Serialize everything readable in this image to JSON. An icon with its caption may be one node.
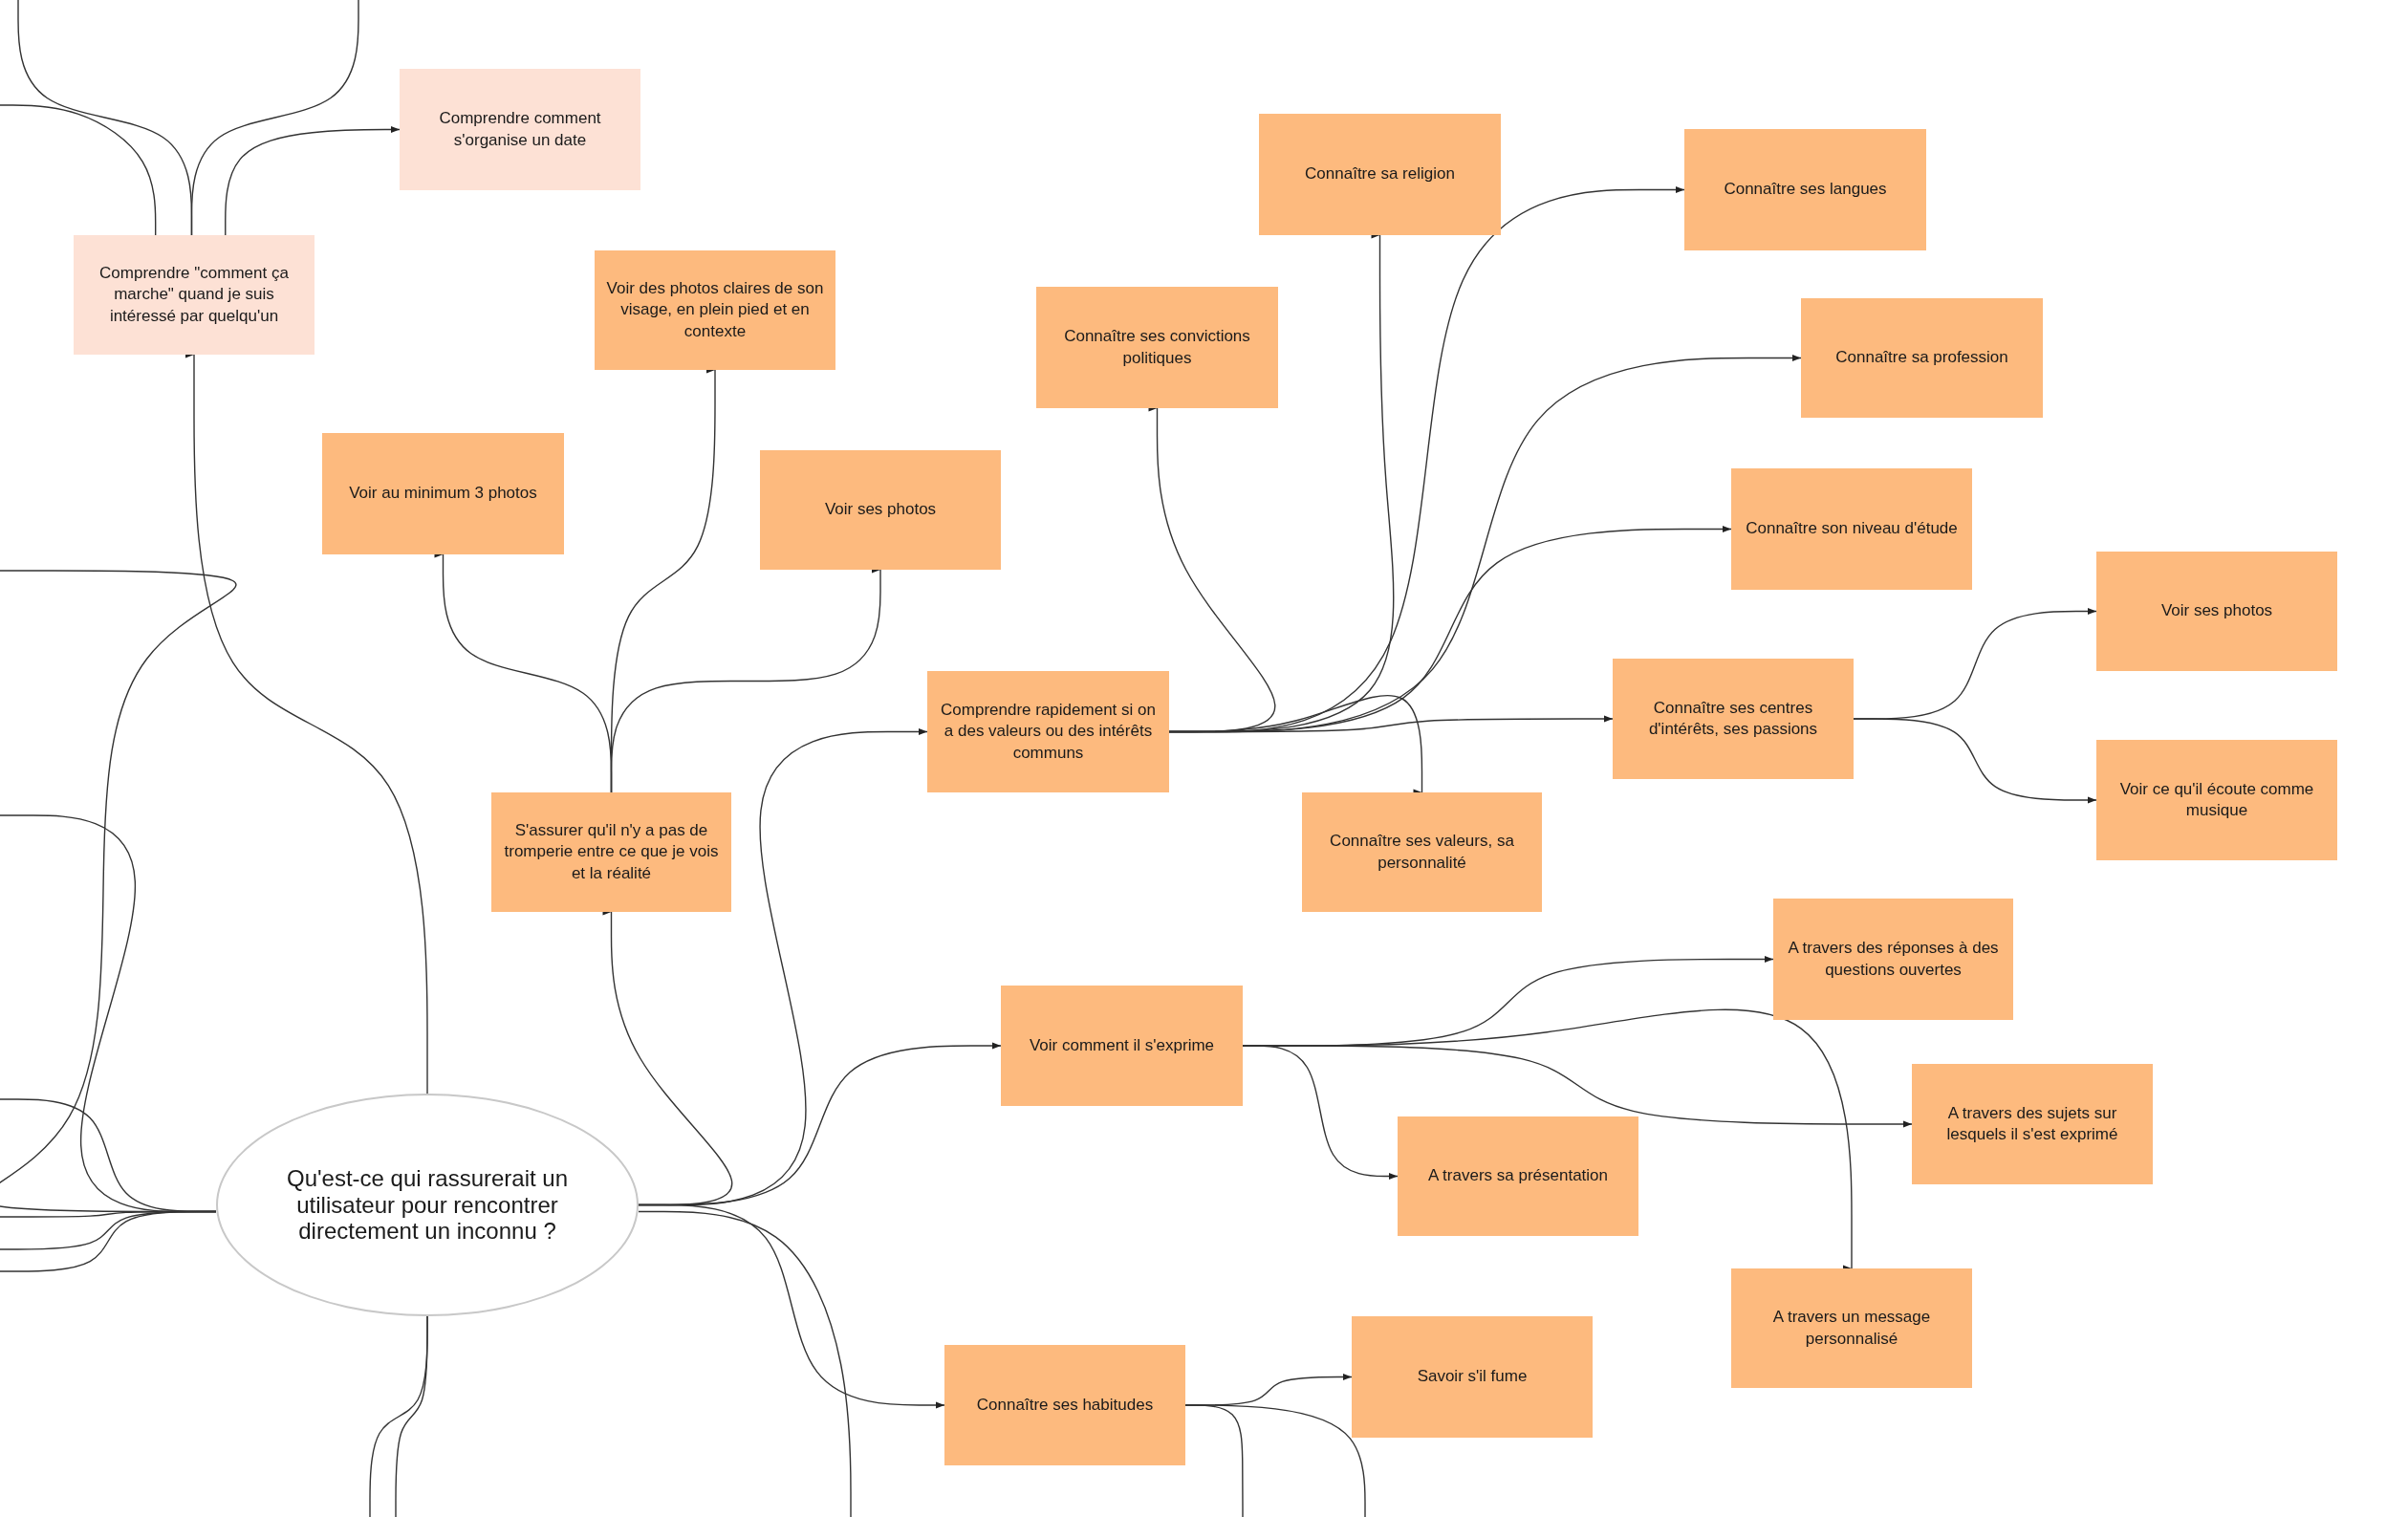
{
  "diagram": {
    "nodes": [
      {
        "text": [
          "Qu'est-ce qui rassurerait un utilisateur pour rencontrer directement un inconnu ?"
        ]
      },
      {
        "text": [
          "Comprendre \"comment ça marche\" quand je suis intéressé par quelqu'un"
        ]
      },
      {
        "text": [
          "Comprendre comment s'organise un date"
        ]
      },
      {
        "text": [
          "Voir des photos claires de son visage, en plein pied et en contexte"
        ]
      },
      {
        "text": [
          "Voir au minimum 3 photos"
        ]
      },
      {
        "text": [
          "Voir ses photos"
        ]
      },
      {
        "text": [
          "S'assurer qu'il n'y a pas de tromperie entre ce que je vois et la réalité"
        ]
      },
      {
        "text": [
          "Comprendre rapidement si on a des valeurs ou des intérêts communs"
        ]
      },
      {
        "text": [
          "Connaître ses convictions politiques"
        ]
      },
      {
        "text": [
          "Connaître sa religion"
        ]
      },
      {
        "text": [
          "Connaître ses langues"
        ]
      },
      {
        "text": [
          "Connaître sa profession"
        ]
      },
      {
        "text": [
          "Connaître son niveau d'étude"
        ]
      },
      {
        "text": [
          "Connaître ses centres d'intérêts, ses passions"
        ]
      },
      {
        "text": [
          "Connaître ses valeurs, sa personnalité"
        ]
      },
      {
        "text": [
          "Voir ses photos"
        ]
      },
      {
        "text": [
          "Voir ce qu'il écoute comme musique"
        ]
      },
      {
        "text": [
          "Voir comment il s'exprime"
        ]
      },
      {
        "text": [
          "A travers des réponses à des questions ouvertes"
        ]
      },
      {
        "text": [
          "A travers des sujets sur lesquels il s'est exprimé"
        ]
      },
      {
        "text": [
          "A travers sa présentation"
        ]
      },
      {
        "text": [
          "A travers un message personnalisé"
        ]
      },
      {
        "text": [
          "Connaître ses habitudes"
        ]
      },
      {
        "text": [
          "Savoir s'il fume"
        ]
      }
    ],
    "edges": [
      {
        "from": 0,
        "to": 1,
        "arrow": "to"
      },
      {
        "from": 1,
        "to": 2,
        "arrow": "to"
      },
      {
        "from": 0,
        "to": 6,
        "arrow": "to"
      },
      {
        "from": 6,
        "to": 4,
        "arrow": "to"
      },
      {
        "from": 6,
        "to": 3,
        "arrow": "to"
      },
      {
        "from": 6,
        "to": 5,
        "arrow": "to"
      },
      {
        "from": 0,
        "to": 7,
        "arrow": "to"
      },
      {
        "from": 7,
        "to": 8,
        "arrow": "to"
      },
      {
        "from": 7,
        "to": 9,
        "arrow": "to"
      },
      {
        "from": 7,
        "to": 10,
        "arrow": "to"
      },
      {
        "from": 7,
        "to": 11,
        "arrow": "to"
      },
      {
        "from": 7,
        "to": 12,
        "arrow": "to"
      },
      {
        "from": 7,
        "to": 13,
        "arrow": "to"
      },
      {
        "from": 7,
        "to": 14,
        "arrow": "to"
      },
      {
        "from": 13,
        "to": 15,
        "arrow": "to"
      },
      {
        "from": 13,
        "to": 16,
        "arrow": "to"
      },
      {
        "from": 0,
        "to": 17,
        "arrow": "to"
      },
      {
        "from": 17,
        "to": 18,
        "arrow": "to"
      },
      {
        "from": 17,
        "to": 19,
        "arrow": "to"
      },
      {
        "from": 17,
        "to": 20,
        "arrow": "to"
      },
      {
        "from": 17,
        "to": 21,
        "arrow": "to"
      },
      {
        "from": 0,
        "to": 22,
        "arrow": "to"
      },
      {
        "from": 22,
        "to": 23,
        "arrow": "to"
      },
      {
        "from": 1,
        "to": null,
        "arrow": "none"
      },
      {
        "from": 1,
        "to": null,
        "arrow": "none"
      },
      {
        "from": 1,
        "to": null,
        "arrow": "none"
      },
      {
        "from": 0,
        "to": null,
        "arrow": "none"
      },
      {
        "from": 0,
        "to": null,
        "arrow": "none"
      },
      {
        "from": 0,
        "to": null,
        "arrow": "none"
      },
      {
        "from": 0,
        "to": null,
        "arrow": "none"
      },
      {
        "from": 0,
        "to": null,
        "arrow": "none"
      },
      {
        "from": 0,
        "to": null,
        "arrow": "none"
      },
      {
        "from": 0,
        "to": null,
        "arrow": "none"
      },
      {
        "from": 0,
        "to": null,
        "arrow": "none"
      },
      {
        "from": 0,
        "to": null,
        "arrow": "none"
      },
      {
        "from": 22,
        "to": null,
        "arrow": "none"
      },
      {
        "from": 22,
        "to": null,
        "arrow": "none"
      }
    ]
  }
}
